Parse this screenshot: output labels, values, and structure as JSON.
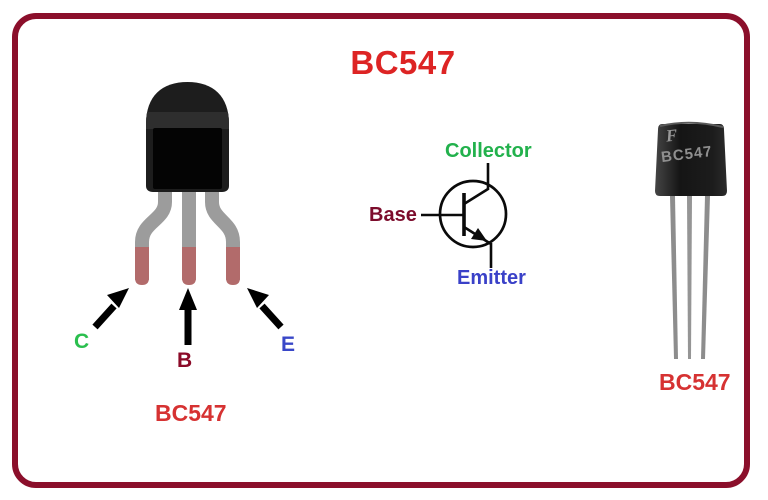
{
  "title": "BC547",
  "pinout": {
    "pin_c": "C",
    "pin_b": "B",
    "pin_e": "E",
    "caption": "BC547"
  },
  "symbol": {
    "collector": "Collector",
    "base": "Base",
    "emitter": "Emitter"
  },
  "photo": {
    "logo": "F",
    "marking": "BC547",
    "caption": "BC547"
  },
  "colors": {
    "border": "#8b0f2b",
    "title_red": "#dd2424",
    "caption_red": "#d63232",
    "collector_green": "#22b14c",
    "base_maroon": "#7c0c2c",
    "emitter_blue": "#3a41c8",
    "pin_c_green": "#2abf4e",
    "pin_b_maroon": "#8b0a28",
    "pin_e_blue": "#3947c8",
    "leg_gray": "#9c9c9c",
    "leg_tip_pink": "#b26b6b",
    "package_black": "#1d1d1d"
  }
}
